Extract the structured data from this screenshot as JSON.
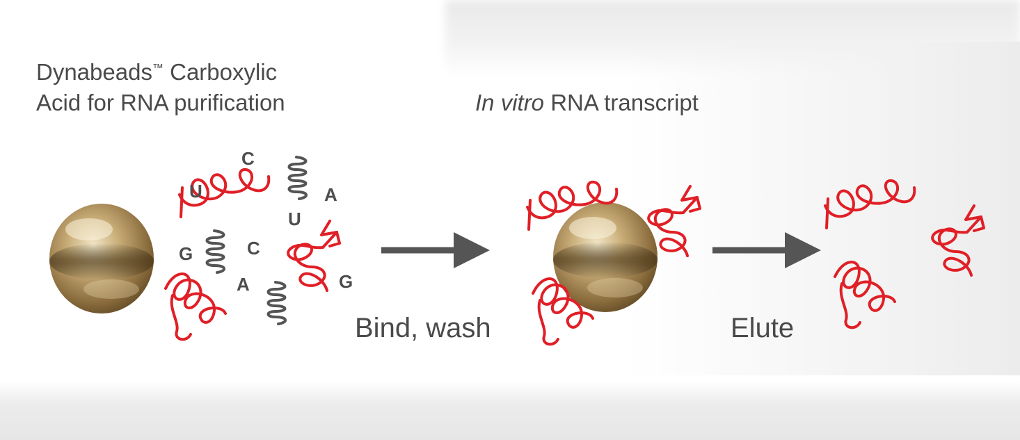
{
  "left_title": {
    "line1_prefix": "Dynabeads",
    "trademark": "™",
    "line1_suffix": " Carboxylic",
    "line2": "Acid for RNA purification"
  },
  "middle_title": {
    "italic_part": "In vitro",
    "rest": " RNA transcript"
  },
  "steps": {
    "bind": "Bind, wash",
    "elute": "Elute"
  },
  "nucleotides": [
    "C",
    "U",
    "A",
    "U",
    "G",
    "C",
    "A",
    "G"
  ],
  "colors": {
    "text": "#4a4a4a",
    "rna": "#e01f26",
    "helix": "#555555",
    "arrow": "#555555",
    "bead": "#a88b5a"
  },
  "icons": {
    "bead": "magnetic-bead-icon",
    "rna": "rna-strand-icon",
    "helix": "dna-helix-icon",
    "arrow": "right-arrow-icon"
  }
}
